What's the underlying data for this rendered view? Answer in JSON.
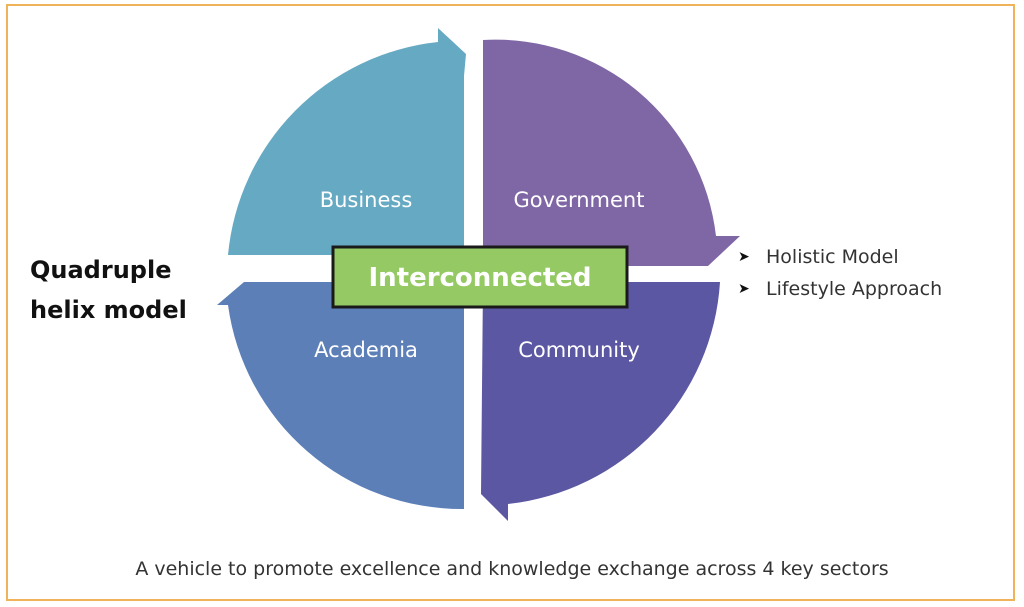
{
  "segments": [
    {
      "label": "Business",
      "color": "#66a9c3"
    },
    {
      "label": "Government",
      "color": "#7f66a4"
    },
    {
      "label": "Academia",
      "color": "#5c7fb8"
    },
    {
      "label": "Community",
      "color": "#5b57a2"
    }
  ],
  "center": {
    "label": "Interconnected",
    "color": "#94c964",
    "border": "#1a1a1a"
  },
  "side_title": {
    "line1": "Quadruple",
    "line2": "helix model"
  },
  "bullets": {
    "icon": "arrowhead-bullet-icon",
    "items": [
      "Holistic Model",
      "Lifestyle Approach"
    ]
  },
  "caption": "A vehicle to promote excellence and knowledge exchange across 4 key sectors",
  "frame_color": "#f0b35a"
}
